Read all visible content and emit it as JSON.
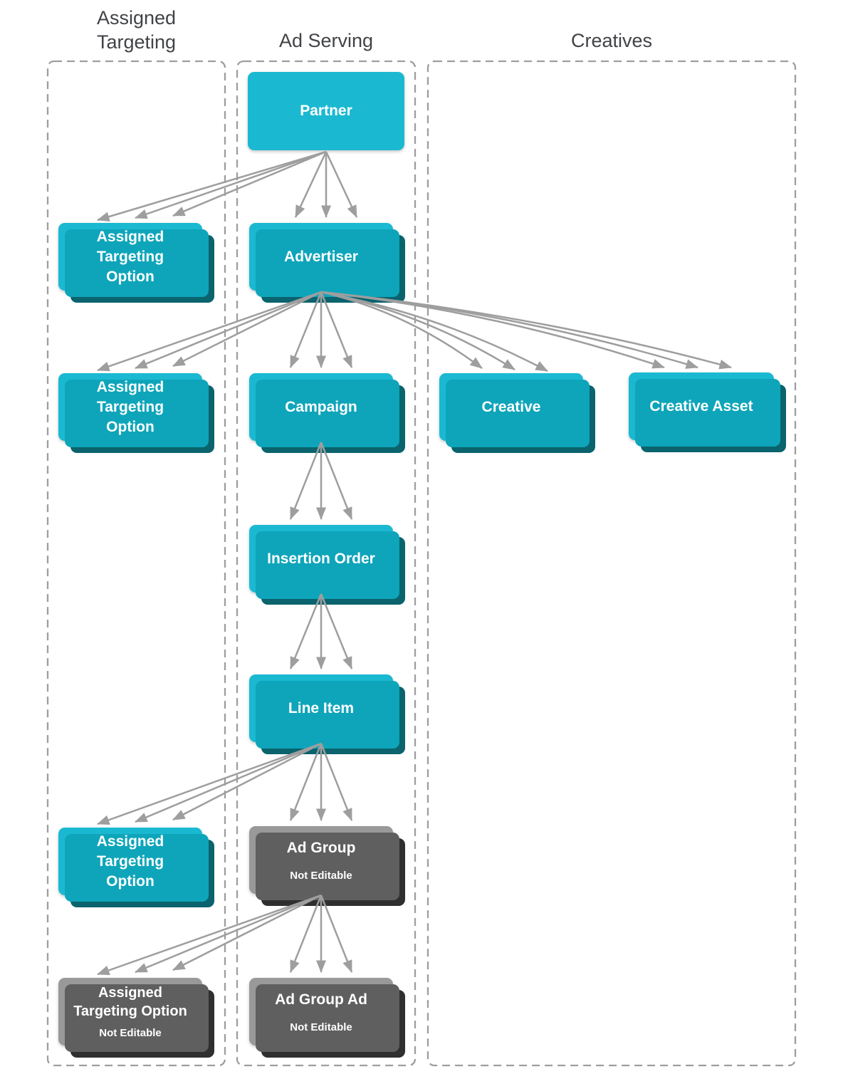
{
  "headers": {
    "assigned_targeting": "Assigned\nTargeting",
    "ad_serving": "Ad Serving",
    "creatives": "Creatives"
  },
  "nodes": {
    "partner": {
      "label": "Partner"
    },
    "ato1": {
      "label": "Assigned\nTargeting\nOption"
    },
    "advertiser": {
      "label": "Advertiser"
    },
    "ato2": {
      "label": "Assigned\nTargeting\nOption"
    },
    "campaign": {
      "label": "Campaign"
    },
    "creative": {
      "label": "Creative"
    },
    "creative_asset": {
      "label": "Creative Asset"
    },
    "insertion_order": {
      "label": "Insertion Order"
    },
    "line_item": {
      "label": "Line Item"
    },
    "ato3": {
      "label": "Assigned\nTargeting\nOption"
    },
    "ad_group": {
      "label": "Ad Group",
      "sublabel": "Not Editable"
    },
    "ato4": {
      "label": "Assigned\nTargeting Option",
      "sublabel": "Not Editable"
    },
    "ad_group_ad": {
      "label": "Ad Group Ad",
      "sublabel": "Not Editable"
    }
  },
  "edges": [
    {
      "from": "Partner",
      "to": "Assigned Targeting Option"
    },
    {
      "from": "Partner",
      "to": "Advertiser"
    },
    {
      "from": "Advertiser",
      "to": "Assigned Targeting Option"
    },
    {
      "from": "Advertiser",
      "to": "Campaign"
    },
    {
      "from": "Advertiser",
      "to": "Creative"
    },
    {
      "from": "Advertiser",
      "to": "Creative Asset"
    },
    {
      "from": "Campaign",
      "to": "Insertion Order"
    },
    {
      "from": "Insertion Order",
      "to": "Line Item"
    },
    {
      "from": "Line Item",
      "to": "Assigned Targeting Option"
    },
    {
      "from": "Line Item",
      "to": "Ad Group"
    },
    {
      "from": "Ad Group",
      "to": "Assigned Targeting Option (Not Editable)"
    },
    {
      "from": "Ad Group",
      "to": "Ad Group Ad"
    }
  ],
  "colors": {
    "node_teal": "#1ab9d1",
    "node_teal_mid": "#0ea5ba",
    "node_teal_back": "#0a636d",
    "node_gray": "#999999",
    "node_gray_mid": "#5f5f5f",
    "node_gray_back": "#2f2f2f",
    "arrow": "#9e9e9e",
    "column_border": "#9e9e9e",
    "header_text": "#414347",
    "node_text": "#ffffff"
  }
}
